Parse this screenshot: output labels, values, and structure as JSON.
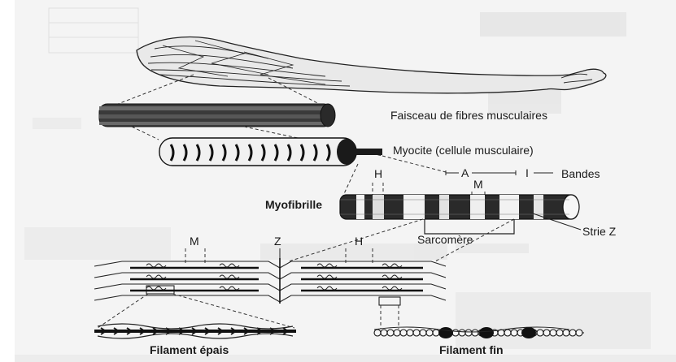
{
  "labels": {
    "bundle": "Faisceau de fibres musculaires",
    "myocyte": "Myocite (cellule musculaire)",
    "bands": "Bandes",
    "myofibril": "Myofibrille",
    "z_line": "Strie Z",
    "sarcomere": "Sarcomère",
    "thick_filament": "Filament épais",
    "thin_filament": "Filament fin"
  },
  "band_letters": {
    "H_top": "H",
    "A": "A",
    "M_top": "M",
    "I": "I",
    "M_bottom": "M",
    "Z_bottom": "Z",
    "H_bottom": "H"
  },
  "colors": {
    "ink": "#222222",
    "paper": "#f4f4f4",
    "bleed_through": "#c8c8c8"
  },
  "icons": {
    "arm": "arm-muscle-drawing",
    "bundle": "fiber-bundle-drawing",
    "myocyte": "myocyte-drawing",
    "myofibril": "myofibril-drawing",
    "sarcomere": "sarcomere-filaments-drawing",
    "thick": "thick-filament-drawing",
    "thin": "thin-filament-drawing"
  }
}
